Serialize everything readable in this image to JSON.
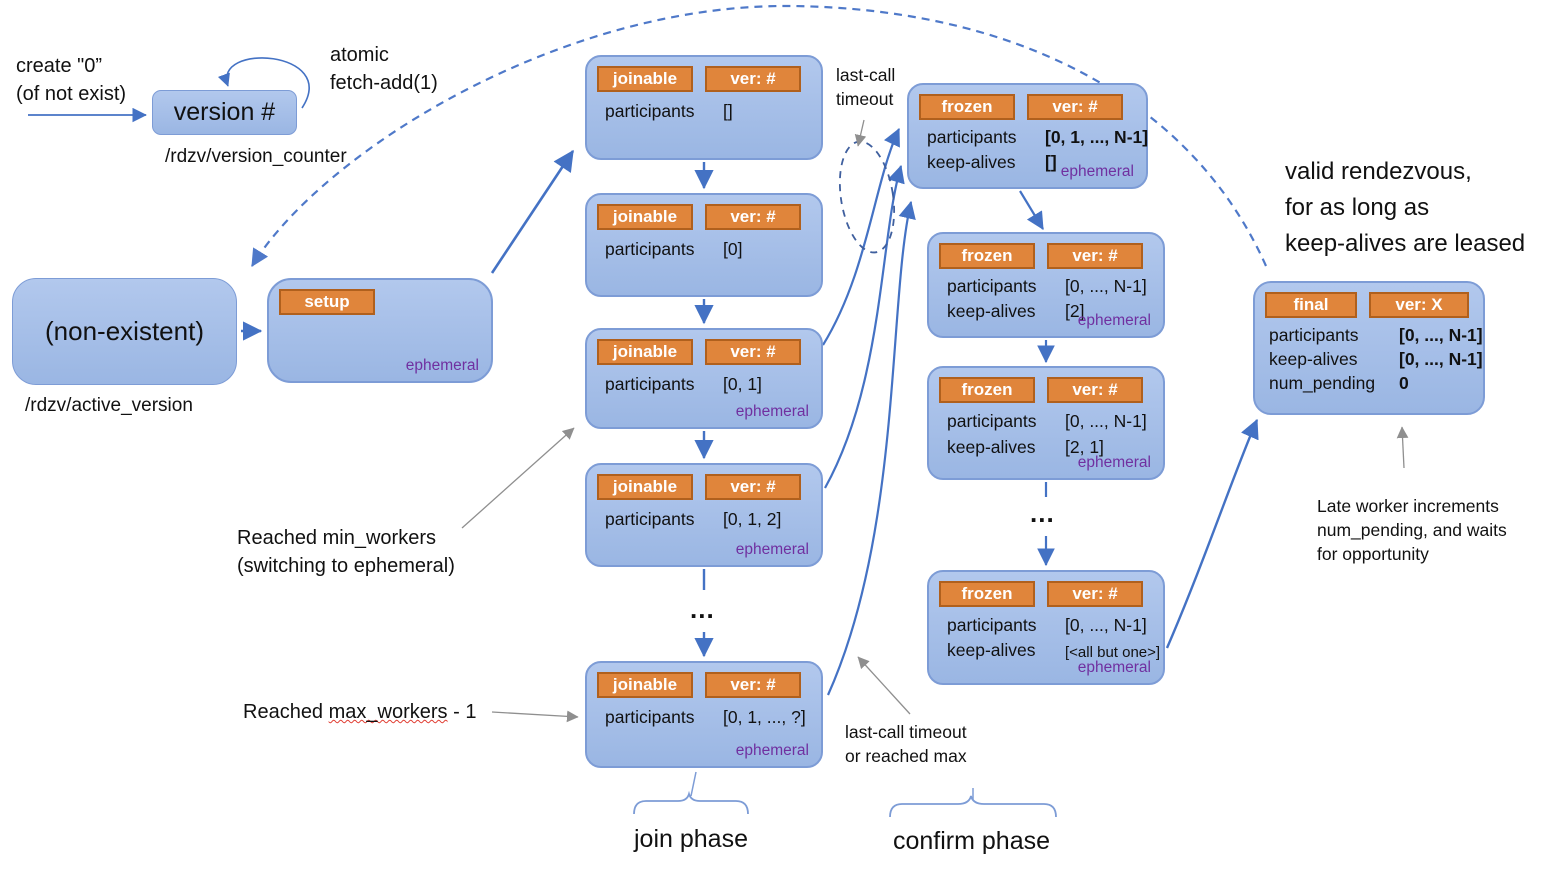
{
  "colors": {
    "box_fill": "#a9c3ea",
    "box_border": "#7d9cd6",
    "badge_fill": "#e0853b",
    "badge_border": "#b0601d",
    "arrow_blue": "#4472c4",
    "arrow_gray": "#8f8f8f",
    "ephemeral_purple": "#7030a0"
  },
  "version_counter": {
    "create_line1": "create \"0”",
    "create_line2": "(of not exist)",
    "atomic_line1": "atomic",
    "atomic_line2": "fetch-add(1)",
    "box_label": "version #",
    "path_label": "/rdzv/version_counter"
  },
  "active_version": {
    "nonexistent_label": "(non-existent)",
    "path_label": "/rdzv/active_version"
  },
  "setup_box": {
    "state": "setup",
    "ephemeral": "ephemeral"
  },
  "join": {
    "boxes": [
      {
        "state": "joinable",
        "ver": "ver: #",
        "rows": [
          {
            "key": "participants",
            "val": "[]"
          }
        ],
        "ephemeral": ""
      },
      {
        "state": "joinable",
        "ver": "ver: #",
        "rows": [
          {
            "key": "participants",
            "val": "[0]"
          }
        ],
        "ephemeral": ""
      },
      {
        "state": "joinable",
        "ver": "ver: #",
        "rows": [
          {
            "key": "participants",
            "val": "[0, 1]"
          }
        ],
        "ephemeral": "ephemeral"
      },
      {
        "state": "joinable",
        "ver": "ver: #",
        "rows": [
          {
            "key": "participants",
            "val": "[0, 1, 2]"
          }
        ],
        "ephemeral": "ephemeral"
      },
      {
        "state": "joinable",
        "ver": "ver: #",
        "rows": [
          {
            "key": "participants",
            "val": "[0, 1, ..., ?]"
          }
        ],
        "ephemeral": "ephemeral"
      }
    ],
    "dots": "...",
    "phase_label": "join phase"
  },
  "confirm": {
    "boxes": [
      {
        "state": "frozen",
        "ver": "ver: #",
        "rows": [
          {
            "key": "participants",
            "val": "[0, 1, ..., N-1]"
          },
          {
            "key": "keep-alives",
            "val": "[]"
          }
        ],
        "ephemeral": "ephemeral"
      },
      {
        "state": "frozen",
        "ver": "ver: #",
        "rows": [
          {
            "key": "participants",
            "val": "[0, ..., N-1]"
          },
          {
            "key": "keep-alives",
            "val": "[2]"
          }
        ],
        "ephemeral": "ephemeral"
      },
      {
        "state": "frozen",
        "ver": "ver: #",
        "rows": [
          {
            "key": "participants",
            "val": "[0, ..., N-1]"
          },
          {
            "key": "keep-alives",
            "val": "[2, 1]"
          }
        ],
        "ephemeral": "ephemeral"
      },
      {
        "state": "frozen",
        "ver": "ver: #",
        "rows": [
          {
            "key": "participants",
            "val": "[0, ..., N-1]"
          },
          {
            "key": "keep-alives",
            "val": "[<all but one>]"
          }
        ],
        "ephemeral": "ephemeral"
      }
    ],
    "dots": "...",
    "phase_label": "confirm phase"
  },
  "final_box": {
    "state": "final",
    "ver": "ver: X",
    "rows": [
      {
        "key": "participants",
        "val": "[0, ..., N-1]"
      },
      {
        "key": "keep-alives",
        "val": "[0, ..., N-1]"
      },
      {
        "key": "num_pending",
        "val": "0"
      }
    ]
  },
  "annotations": {
    "last_call_top_line1": "last-call",
    "last_call_top_line2": "timeout",
    "min_workers_line1": "Reached min_workers",
    "min_workers_line2": "(switching to ephemeral)",
    "max_workers_prefix": "Reached ",
    "max_workers_underlined": "max_workers",
    "max_workers_suffix": " - 1",
    "last_call_bottom_line1": "last-call timeout",
    "last_call_bottom_line2": "or reached max",
    "valid_line1": "valid rendezvous,",
    "valid_line2": "for as long as",
    "valid_line3": "keep-alives are leased",
    "late_worker_line1": "Late worker increments",
    "late_worker_line2": "num_pending, and waits",
    "late_worker_line3": "for opportunity"
  }
}
